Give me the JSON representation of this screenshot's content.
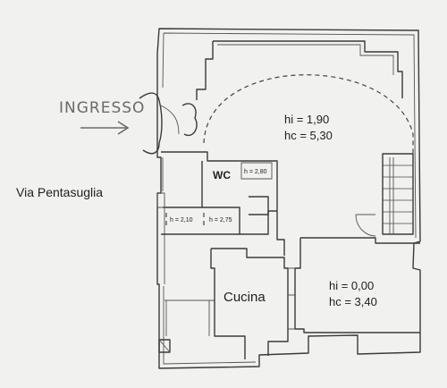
{
  "entrance": {
    "label": "INGRESSO"
  },
  "street": {
    "label": "Via Pentasuglia"
  },
  "rooms": {
    "main_hall": {
      "hi": "hi = 1,90",
      "hc": "hc = 5,30"
    },
    "wc": {
      "label": "WC",
      "h": "h = 2,80"
    },
    "closet_left": {
      "h": "h = 2,10"
    },
    "closet_right": {
      "h": "h = 2,75"
    },
    "kitchen": {
      "label": "Cucina"
    },
    "right_room": {
      "hi": "hi = 0,00",
      "hc": "hc = 3,40"
    }
  }
}
